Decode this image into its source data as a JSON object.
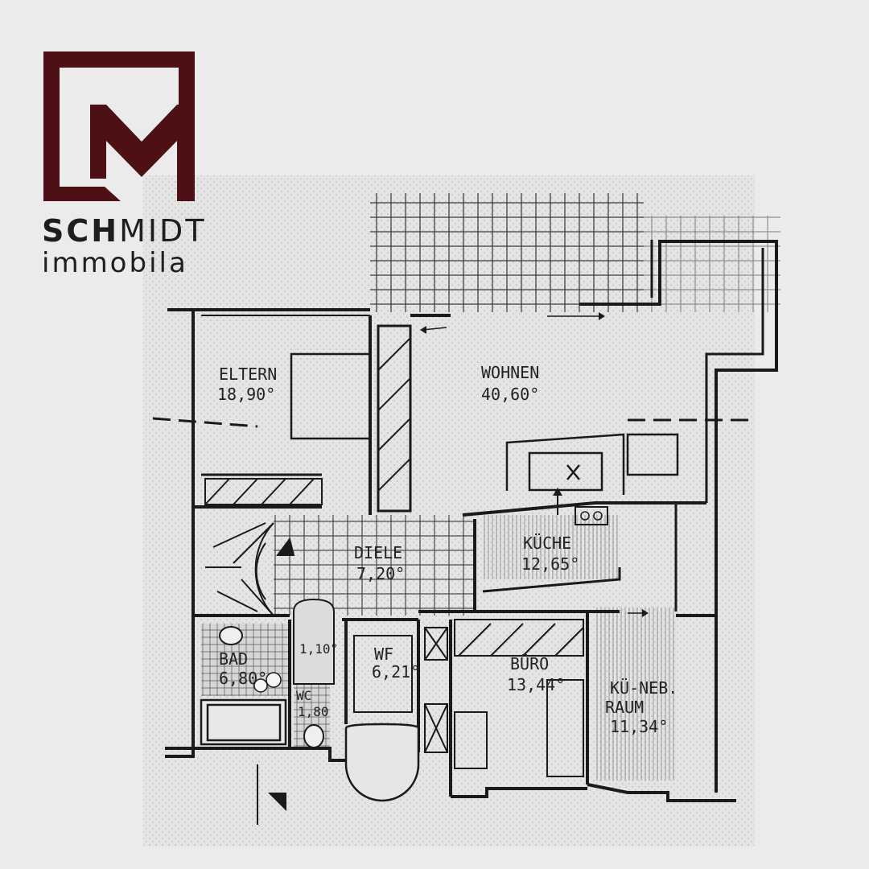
{
  "brand": {
    "name_bold": "SCH",
    "name_light": "MIDT",
    "tagline": "immobila",
    "logo_color": "#4d1014",
    "text_color": "#1e1e1e"
  },
  "rooms": [
    {
      "id": "eltern",
      "name": "ELTERN",
      "area": "18,90°"
    },
    {
      "id": "wohnen",
      "name": "WOHNEN",
      "area": "40,60°"
    },
    {
      "id": "diele",
      "name": "DIELE",
      "area": "7,20°"
    },
    {
      "id": "kueche",
      "name": "KÜCHE",
      "area": "12,65°"
    },
    {
      "id": "bad",
      "name": "BAD",
      "area": "6,80°"
    },
    {
      "id": "wf",
      "name": "WF",
      "area": "6,21°"
    },
    {
      "id": "buero",
      "name": "BÜRO",
      "area": "13,44°"
    },
    {
      "id": "kue-neb",
      "name": "KÜ-NEB.",
      "name2": "RAUM",
      "area": "11,34°"
    },
    {
      "id": "wc",
      "name": "WC",
      "area": "1,80"
    },
    {
      "id": "closet",
      "name": "",
      "area": "1,10°"
    }
  ]
}
